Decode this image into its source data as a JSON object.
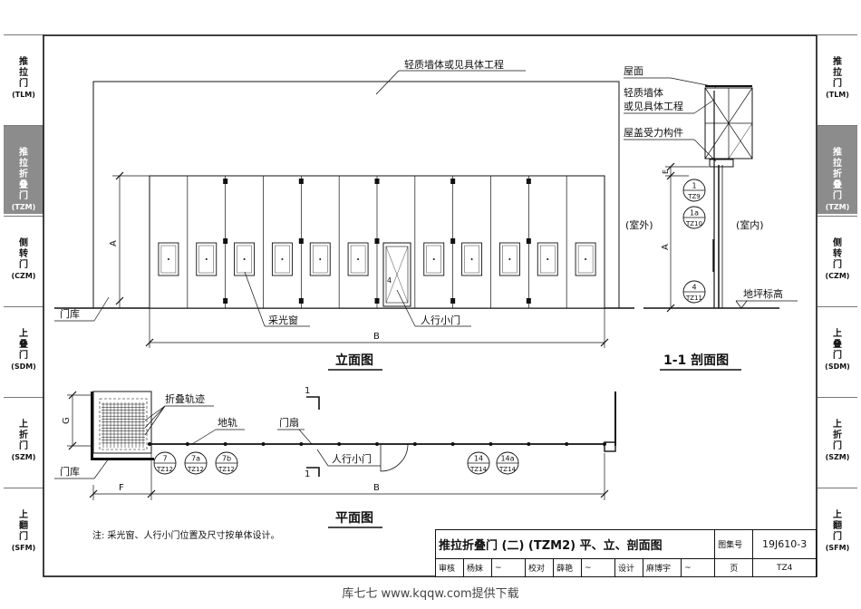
{
  "sidebar": {
    "left": [
      {
        "label": "推拉门",
        "code": "(TLM)",
        "active": false
      },
      {
        "label": "推拉折叠门",
        "code": "(TZM)",
        "active": true
      },
      {
        "label": "侧转门",
        "code": "(CZM)",
        "active": false
      },
      {
        "label": "上叠门",
        "code": "(SDM)",
        "active": false
      },
      {
        "label": "上折门",
        "code": "(SZM)",
        "active": false
      },
      {
        "label": "上翻门",
        "code": "(SFM)",
        "active": false
      }
    ],
    "right": [
      {
        "label": "推拉门",
        "code": "(TLM)",
        "active": false
      },
      {
        "label": "推拉折叠门",
        "code": "(TZM)",
        "active": true
      },
      {
        "label": "侧转门",
        "code": "(CZM)",
        "active": false
      },
      {
        "label": "上叠门",
        "code": "(SDM)",
        "active": false
      },
      {
        "label": "上折门",
        "code": "(SZM)",
        "active": false
      },
      {
        "label": "上翻门",
        "code": "(SFM)",
        "active": false
      }
    ]
  },
  "elevation": {
    "title": "立面图",
    "wall_note": "轻质墙体或见具体工程",
    "window_label": "采光窗",
    "door_label": "人行小门",
    "garage_label": "门库",
    "dim_A": "A",
    "dim_B": "B",
    "small_door_mark": "4"
  },
  "section": {
    "title": "1-1 剖面图",
    "roof": "屋面",
    "wall_line1": "轻质墙体",
    "wall_line2": "或见具体工程",
    "roof_member": "屋盖受力构件",
    "outside": "(室外)",
    "inside": "(室内)",
    "floor_level": "地坪标高",
    "dim_A": "A",
    "dim_E": "E",
    "callouts": [
      {
        "top": "1",
        "bottom": "TZ9"
      },
      {
        "top": "1a",
        "bottom": "TZ10"
      },
      {
        "top": "4",
        "bottom": "TZ11"
      }
    ]
  },
  "plan": {
    "title": "平面图",
    "fold_track": "折叠轨迹",
    "ground_rail": "地轨",
    "door_leaf": "门扇",
    "door_label": "人行小门",
    "garage_label": "门库",
    "dim_F": "F",
    "dim_B": "B",
    "dim_G": "G",
    "section_mark": "1",
    "callouts_left": [
      {
        "top": "7",
        "bottom": "TZ12"
      },
      {
        "top": "7a",
        "bottom": "TZ12"
      },
      {
        "top": "7b",
        "bottom": "TZ12"
      }
    ],
    "callouts_right": [
      {
        "top": "14",
        "bottom": "TZ14"
      },
      {
        "top": "14a",
        "bottom": "TZ14"
      }
    ]
  },
  "note": "注: 采光窗、人行小门位置及尺寸按单体设计。",
  "title_block": {
    "title": "推拉折叠门 (二) (TZM2) 平、立、剖面图",
    "atlas_label": "图集号",
    "atlas_no": "19J610-3",
    "row2": [
      "审核",
      "杨妹",
      "",
      "校对",
      "薛艳",
      "",
      "设计",
      "麻博宇",
      ""
    ],
    "page_label": "页",
    "page_no": "TZ4"
  },
  "watermark": "库七七 www.kqqw.com提供下载"
}
